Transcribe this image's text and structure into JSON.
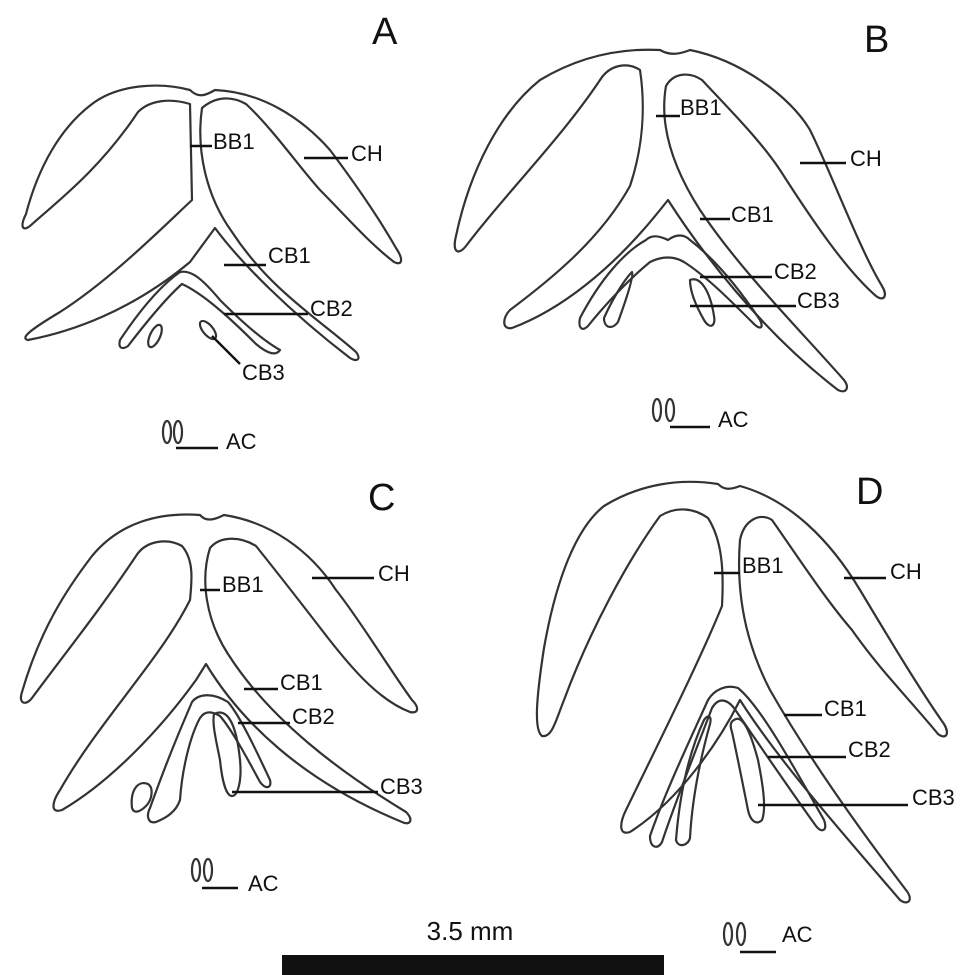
{
  "panels": [
    {
      "letter": "A",
      "labels": {
        "bb1": "BB1",
        "ch": "CH",
        "cb1": "CB1",
        "cb2": "CB2",
        "cb3": "CB3",
        "ac": "AC"
      }
    },
    {
      "letter": "B",
      "labels": {
        "bb1": "BB1",
        "ch": "CH",
        "cb1": "CB1",
        "cb2": "CB2",
        "cb3": "CB3",
        "ac": "AC"
      }
    },
    {
      "letter": "C",
      "labels": {
        "bb1": "BB1",
        "ch": "CH",
        "cb1": "CB1",
        "cb2": "CB2",
        "cb3": "CB3",
        "ac": "AC"
      }
    },
    {
      "letter": "D",
      "labels": {
        "bb1": "BB1",
        "ch": "CH",
        "cb1": "CB1",
        "cb2": "CB2",
        "cb3": "CB3",
        "ac": "AC"
      }
    }
  ],
  "scale_bar": {
    "label": "3.5 mm"
  },
  "colors": {
    "outline": "#333333",
    "ink": "#111111",
    "background": "#ffffff"
  }
}
